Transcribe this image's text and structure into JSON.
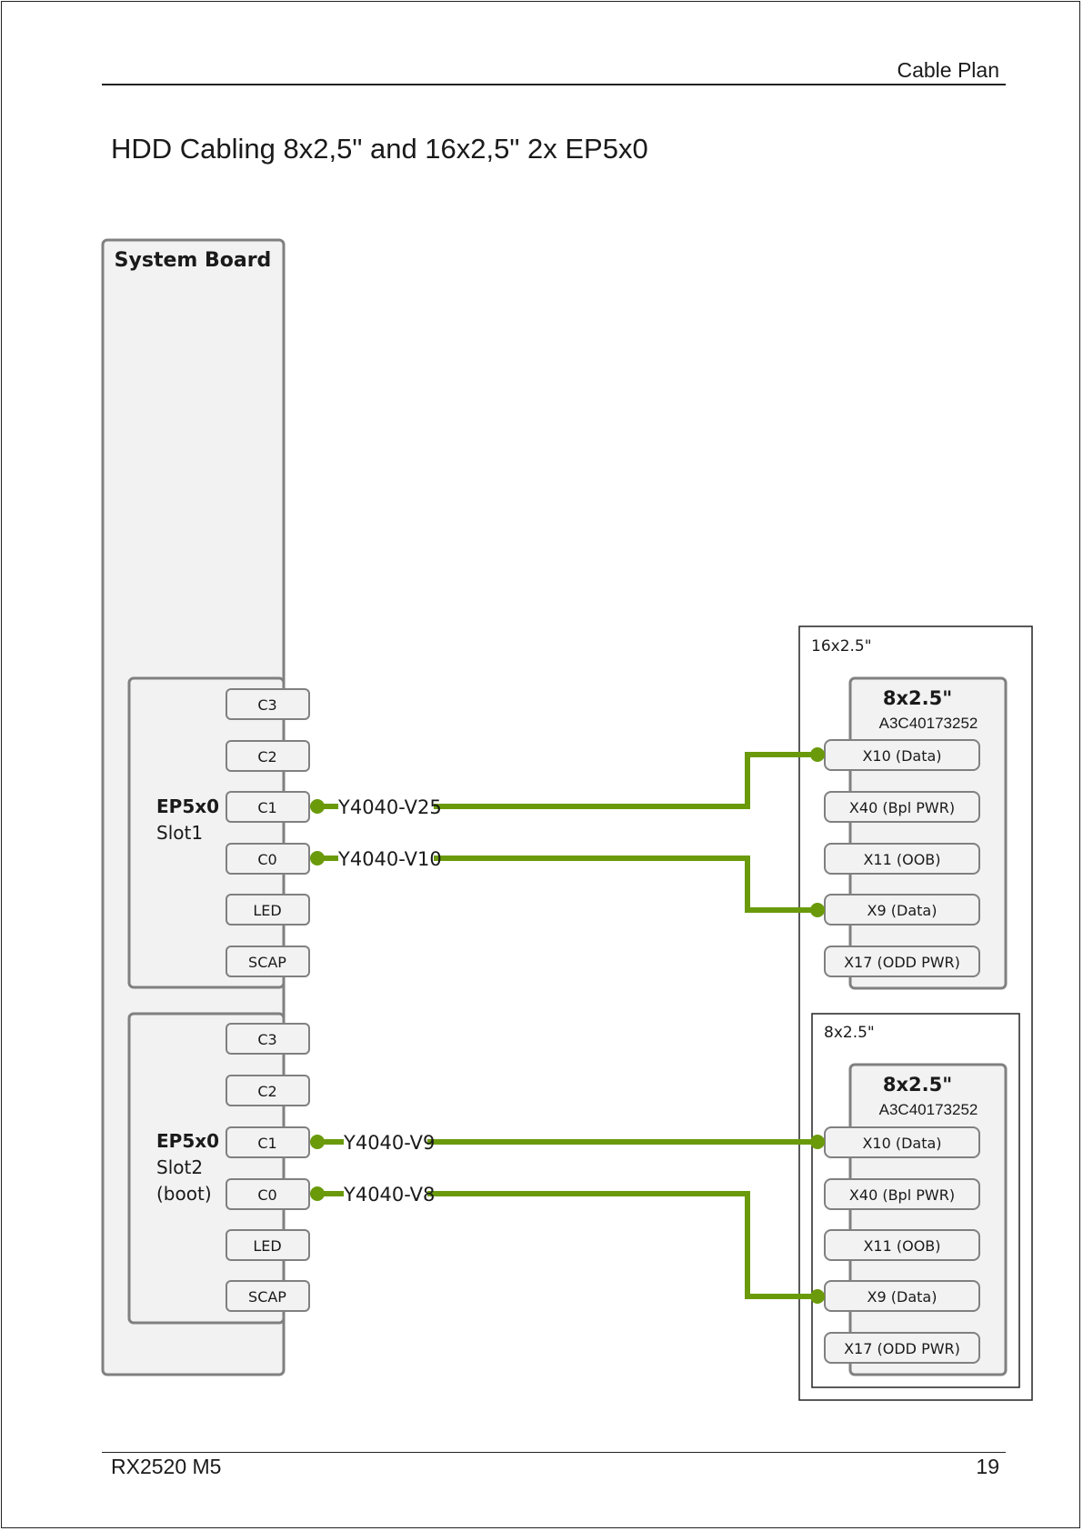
{
  "header": {
    "title": "Cable Plan"
  },
  "page_title": "HDD Cabling 8x2,5\" and 16x2,5\" 2x EP5x0",
  "footer": {
    "model": "RX2520 M5",
    "page_number": "19"
  },
  "diagram": {
    "system_board": {
      "label": "System Board"
    },
    "controllers": [
      {
        "name": "EP5x0",
        "lines": [
          "Slot1"
        ],
        "ports": [
          "C3",
          "C2",
          "C1",
          "C0",
          "LED",
          "SCAP"
        ]
      },
      {
        "name": "EP5x0",
        "lines": [
          "Slot2",
          "(boot)"
        ],
        "ports": [
          "C3",
          "C2",
          "C1",
          "C0",
          "LED",
          "SCAP"
        ]
      }
    ],
    "cage_16": {
      "label": "16x2.5\""
    },
    "cage_8": {
      "label": "8x2.5\""
    },
    "backplanes": [
      {
        "title": "8x2.5\"",
        "part": "A3C40173252",
        "ports": [
          "X10 (Data)",
          "X40 (Bpl PWR)",
          "X11 (OOB)",
          "X9 (Data)",
          "X17 (ODD PWR)"
        ]
      },
      {
        "title": "8x2.5\"",
        "part": "A3C40173252",
        "ports": [
          "X10 (Data)",
          "X40 (Bpl PWR)",
          "X11 (OOB)",
          "X9 (Data)",
          "X17 (ODD PWR)"
        ]
      }
    ],
    "cables": [
      {
        "label": "Y4040-V25",
        "from": "Slot1 C1",
        "to": "Backplane 1 X10 (Data)"
      },
      {
        "label": "Y4040-V10",
        "from": "Slot1 C0",
        "to": "Backplane 1 X9 (Data)"
      },
      {
        "label": "Y4040-V9",
        "from": "Slot2 C1",
        "to": "Backplane 2 X10 (Data)"
      },
      {
        "label": "Y4040-V8",
        "from": "Slot2 C0",
        "to": "Backplane 2 X9 (Data)"
      }
    ],
    "colors": {
      "cable": "#6a9a0a",
      "box_fill": "#f2f2f2",
      "box_stroke": "#808080"
    }
  }
}
